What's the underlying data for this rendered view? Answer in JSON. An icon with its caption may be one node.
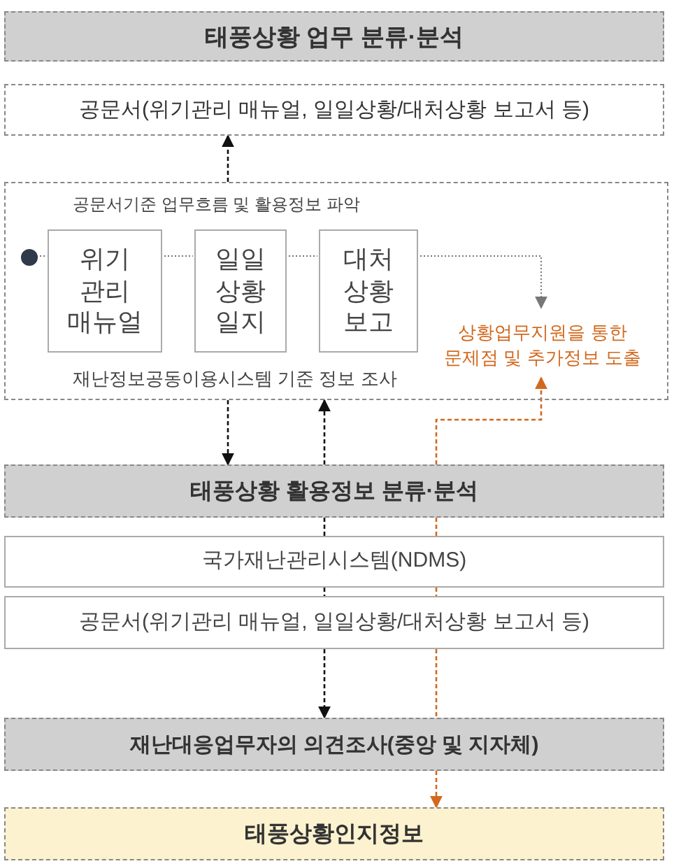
{
  "diagram": {
    "nodes": [
      {
        "text": [
          "태풍상황 업무 분류·분석"
        ]
      },
      {
        "text": [
          "공문서(위기관리 매뉴얼, 일일상황/대처상황 보고서 등)"
        ]
      },
      {
        "text": [
          "공문서기준 업무흐름 및 활용정보 파악",
          "재난정보공동이용시스템 기준 정보 조사"
        ]
      },
      {
        "text": [],
        "shape": "circle",
        "in": 2
      },
      {
        "text": [
          "위기 관리 매뉴얼"
        ],
        "in": 2
      },
      {
        "text": [
          "일일 상황 일지"
        ],
        "in": 2
      },
      {
        "text": [
          "대처 상황 보고"
        ],
        "in": 2
      },
      {
        "text": [
          "상황업무지원을 통한 문제점 및 추가정보 도출"
        ],
        "in": 2
      },
      {
        "text": [
          "태풍상황 활용정보 분류·분석"
        ]
      },
      {
        "text": [
          "국가재난관리시스템(NDMS)"
        ]
      },
      {
        "text": [
          "공문서(위기관리 매뉴얼, 일일상황/대처상황 보고서 등)"
        ]
      },
      {
        "text": [
          "재난대응업무자의 의견조사(중앙 및 지자체)"
        ]
      },
      {
        "text": [
          "태풍상황인지정보"
        ]
      }
    ],
    "edges": [
      {
        "from": 2,
        "to": 1,
        "arrow": "to",
        "style": "dashed"
      },
      {
        "from": 2,
        "to": 8,
        "arrow": "to",
        "style": "dashed"
      },
      {
        "from": 8,
        "to": 2,
        "arrow": "to",
        "style": "dashed"
      },
      {
        "from": 8,
        "to": 9,
        "arrow": "none",
        "style": "dashed"
      },
      {
        "from": 9,
        "to": 10,
        "arrow": "none",
        "style": "dashed"
      },
      {
        "from": 10,
        "to": 11,
        "arrow": "to",
        "style": "dashed"
      },
      {
        "from": 8,
        "to": 7,
        "arrow": "to",
        "style": "dashed",
        "color": "#d2691e"
      },
      {
        "from": 8,
        "to": 9,
        "arrow": "none",
        "style": "dashed",
        "color": "#d2691e"
      },
      {
        "from": 9,
        "to": 10,
        "arrow": "none",
        "style": "dashed",
        "color": "#d2691e"
      },
      {
        "from": 10,
        "to": 11,
        "arrow": "none",
        "style": "dashed",
        "color": "#d2691e"
      },
      {
        "from": 11,
        "to": 12,
        "arrow": "to",
        "style": "dashed",
        "color": "#d2691e"
      },
      {
        "from": 3,
        "to": 4,
        "arrow": "none",
        "color": "#777777"
      },
      {
        "from": 4,
        "to": 5,
        "arrow": "none",
        "color": "#777777"
      },
      {
        "from": 5,
        "to": 6,
        "arrow": "none",
        "color": "#777777"
      },
      {
        "from": 6,
        "to": 7,
        "arrow": "to",
        "color": "#777777"
      }
    ]
  }
}
